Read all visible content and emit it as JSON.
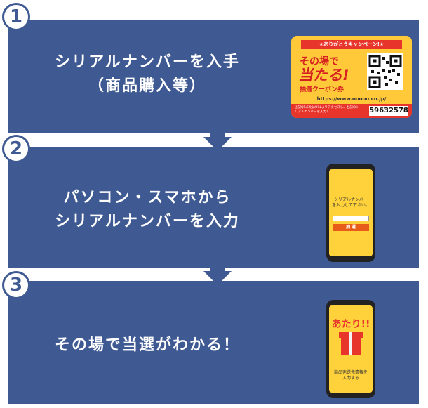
{
  "steps": [
    {
      "number": "1",
      "line1": "シリアルナンバーを入手",
      "line2": "（商品購入等）"
    },
    {
      "number": "2",
      "line1": "パソコン・スマホから",
      "line2": "シリアルナンバーを入力"
    },
    {
      "number": "3",
      "line1": "その場で当選がわかる！",
      "line2": ""
    }
  ],
  "coupon": {
    "banner": "★ありがとうキャンペーン!★",
    "headline1": "その場で",
    "headline2": "当たる!",
    "headline3": "抽選クーポン券",
    "url": "https://www.ooooo.co.jp/",
    "note": "上記QRまたはURLよりアクセスし、右記のシリアルナンバーを入力！",
    "serial": "59632578"
  },
  "phone_input": {
    "text1": "シリアルナンバー",
    "text2": "を入力して下さい。",
    "button": "抽 選"
  },
  "phone_result": {
    "hit": "あたり!!",
    "text1": "商品発送先情報を",
    "text2": "入力する"
  },
  "colors": {
    "panel": "#3f5a93",
    "accent": "#e8352b",
    "coupon_bg": "#ffc93a"
  }
}
